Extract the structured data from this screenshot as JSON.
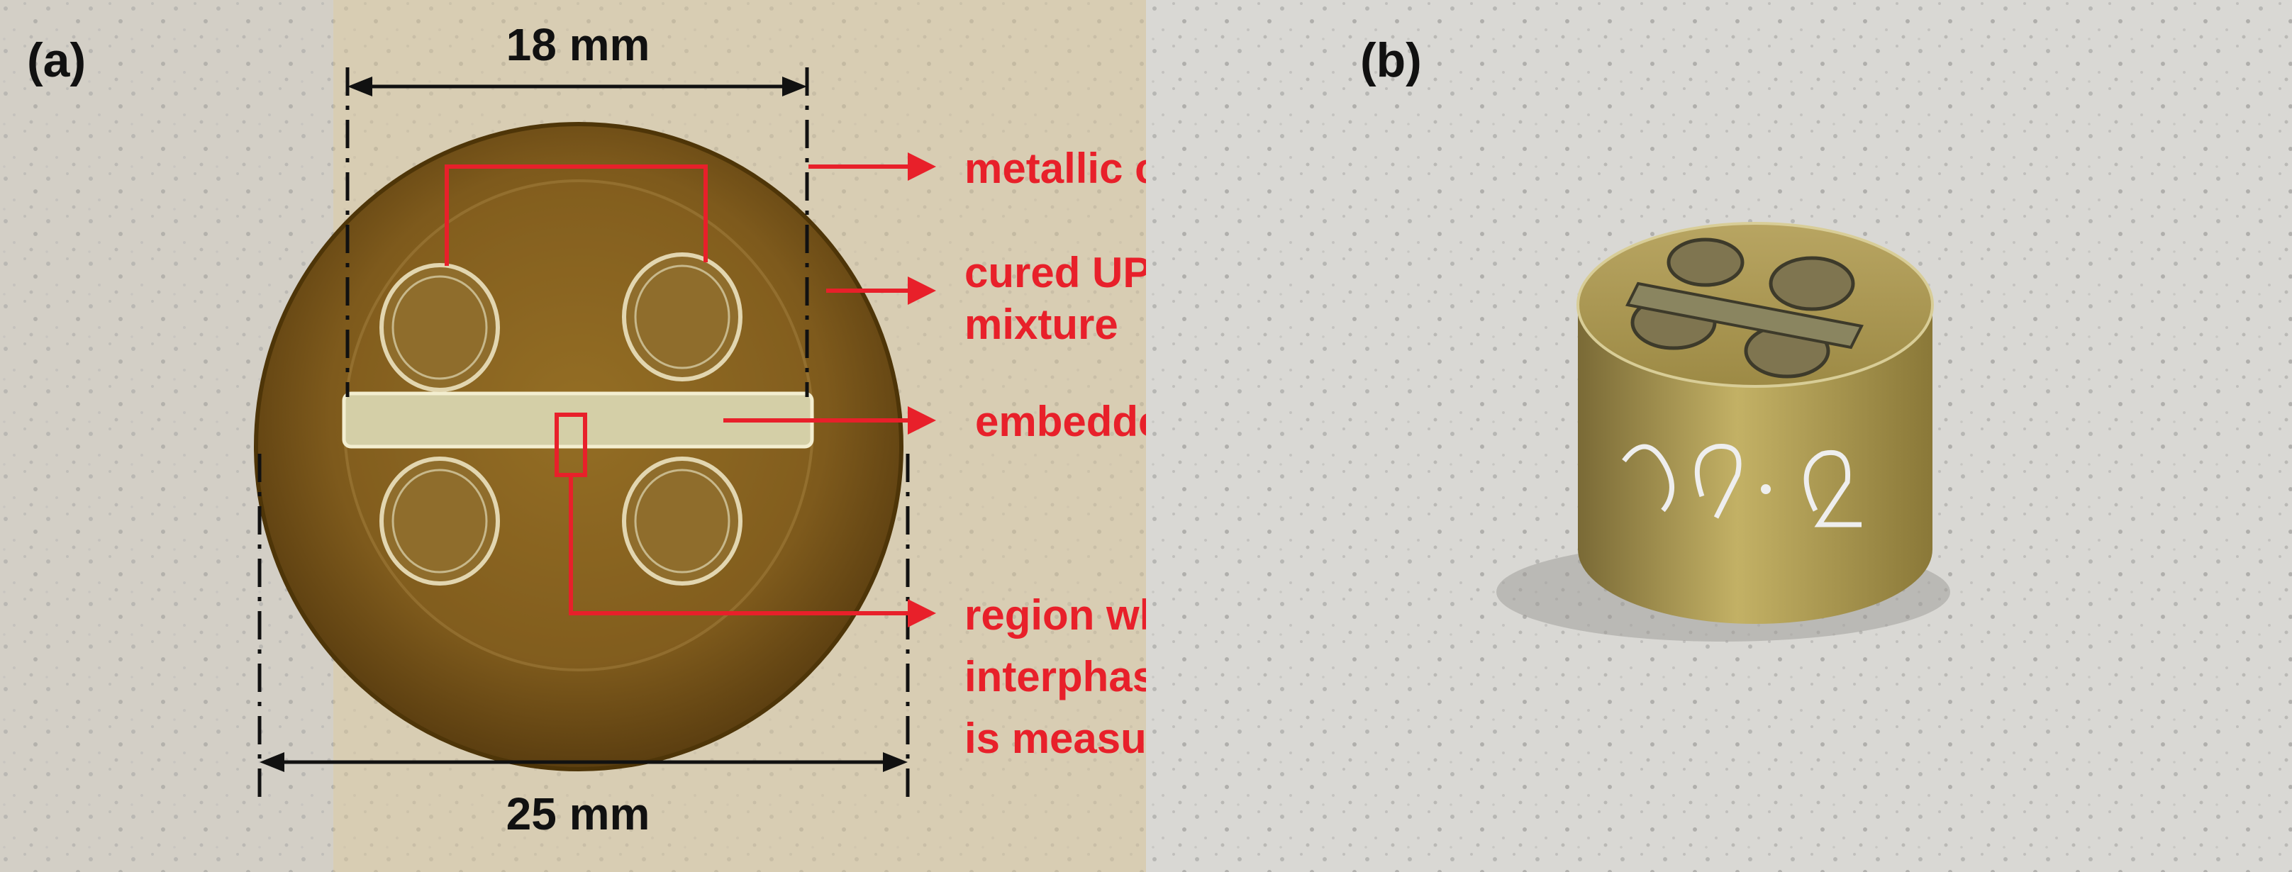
{
  "panels": {
    "a": {
      "label": "(a)"
    },
    "b": {
      "label": "(b)"
    }
  },
  "dimensions": {
    "inner": "18 mm",
    "outer": "25 mm"
  },
  "annotations": {
    "clamps": "metallic clamps",
    "mixture_line1": "cured UPR-MEKP",
    "mixture_line2": "mixture",
    "pc": "embedded PC",
    "region_line1": "region where the",
    "region_line2": "interphase thickness",
    "region_line3": "is measured"
  },
  "colors": {
    "annotation_red": "#e8202a",
    "resin_amber": "#8a6422",
    "background_gray": "#d9d8d4"
  }
}
